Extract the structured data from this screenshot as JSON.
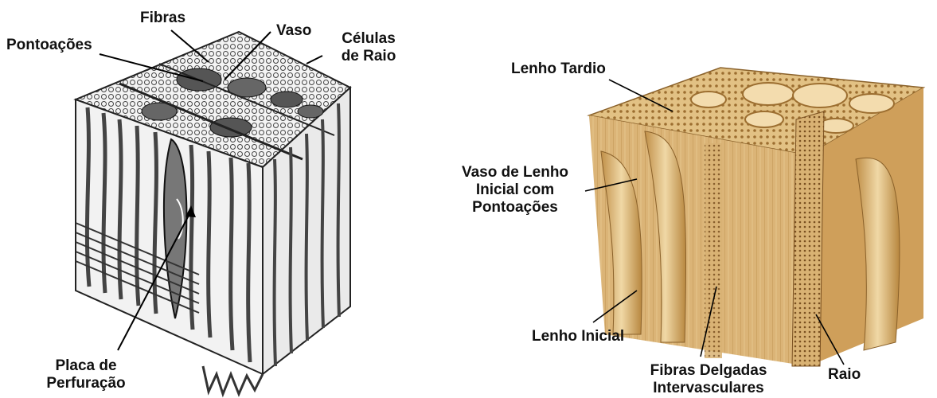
{
  "left_labels": {
    "fibras": "Fibras",
    "vaso": "Vaso",
    "pontoacoes": "Pontoações",
    "celulas_line1": "Células",
    "celulas_line2": "de Raio",
    "placa_line1": "Placa de",
    "placa_line2": "Perfuração"
  },
  "right_labels": {
    "lenho_tardio": "Lenho Tardio",
    "vaso_line1": "Vaso de Lenho",
    "vaso_line2": "Inicial com",
    "vaso_line3": "Pontoações",
    "lenho_inicial": "Lenho Inicial",
    "fibras_line1": "Fibras Delgadas",
    "fibras_line2": "Intervasculares",
    "raio": "Raio"
  },
  "colors": {
    "ink": "#111111",
    "wood_light": "#e8c98c",
    "wood_mid": "#d2a866",
    "wood_dark": "#a97b3a",
    "sketch_gray": "#5a5a5a"
  }
}
